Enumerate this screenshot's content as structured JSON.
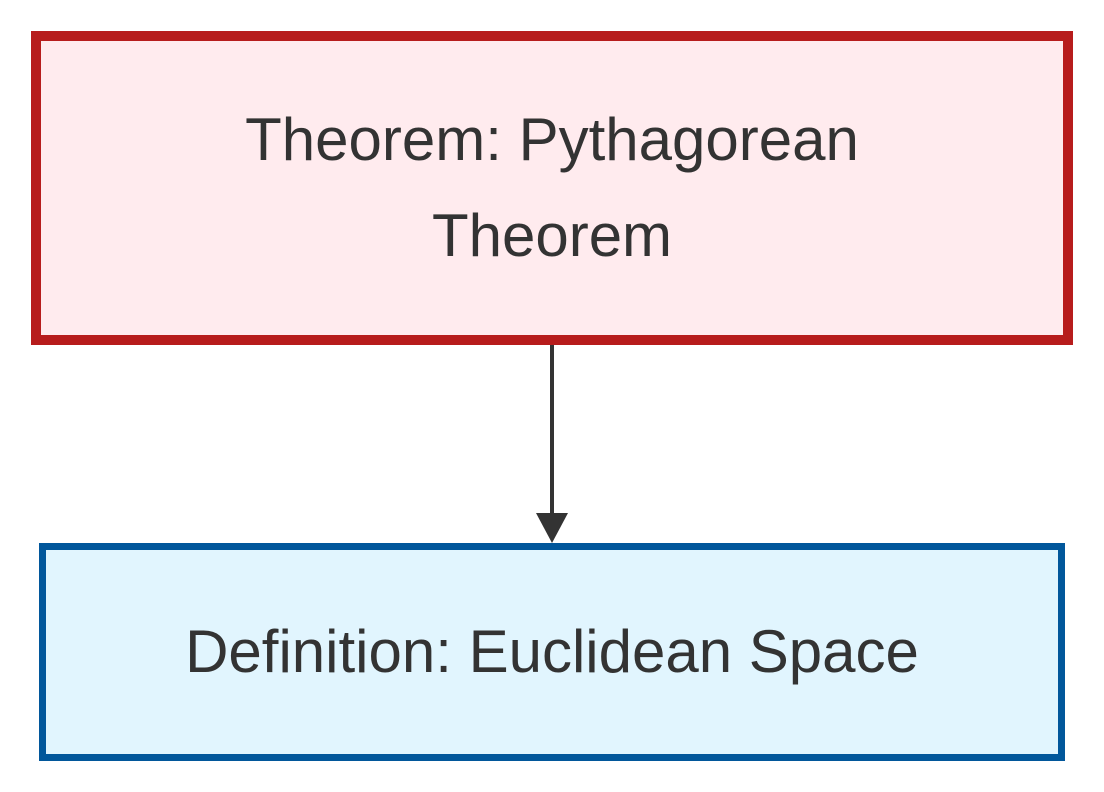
{
  "diagram": {
    "nodes": [
      {
        "id": "theorem",
        "label": "Theorem: Pythagorean Theorem",
        "border_color": "#b71c1c",
        "fill_color": "#ffebee"
      },
      {
        "id": "definition",
        "label": "Definition: Euclidean Space",
        "border_color": "#01579b",
        "fill_color": "#e1f5fe"
      }
    ],
    "edges": [
      {
        "from": "theorem",
        "to": "definition",
        "color": "#333333"
      }
    ]
  }
}
